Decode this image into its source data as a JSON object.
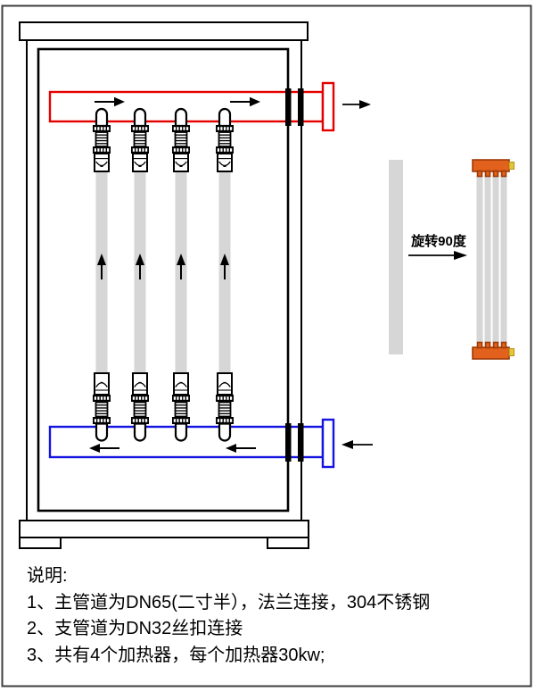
{
  "annotation": {
    "rotate_label": "旋转90度"
  },
  "notes": {
    "title": "说明:",
    "items": [
      "1、主管道为DN65(二寸半），法兰连接，304不锈钢",
      "2、支管道为DN32丝扣连接",
      "3、共有4个加热器，每个加热器30kw;"
    ]
  },
  "colors": {
    "pipe_hot": "#e50000",
    "pipe_cold": "#1414e0",
    "header_orange": "#e2611c",
    "header_border": "#9d3a06",
    "tab_yellow": "#e6c535",
    "tab_border": "#b2911c",
    "tube_gray": "#d6d6d6",
    "frame": "#3e3e3e"
  }
}
